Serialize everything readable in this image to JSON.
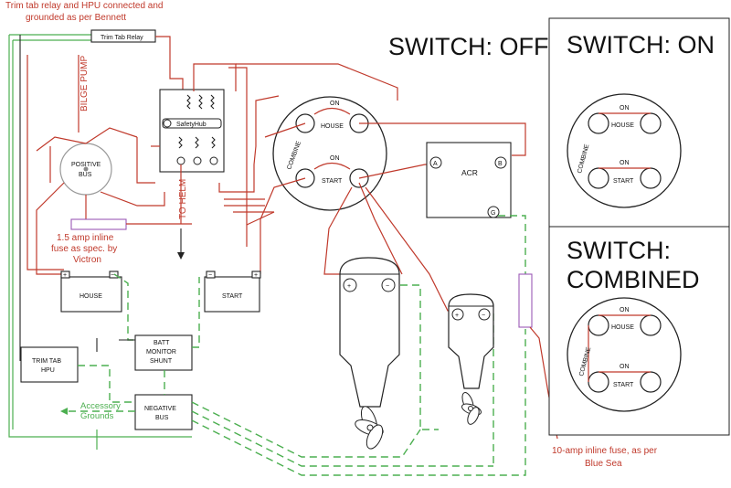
{
  "notes": {
    "relay_note_line1": "Trim tab relay and HPU connected and",
    "relay_note_line2": "grounded as per Bennett",
    "fuse_small_line1": "1.5 amp inline",
    "fuse_small_line2": "fuse as spec. by",
    "fuse_small_line3": "Victron",
    "fuse_large_line1": "10-amp inline fuse, as per",
    "fuse_large_line2": "Blue Sea",
    "accessory_line1": "Accessory",
    "accessory_line2": "Grounds",
    "bilge_pump": "BILGE PUMP",
    "to_helm": "TO HELM"
  },
  "components": {
    "trim_tab_relay": "Trim Tab Relay",
    "safety_hub": "SafetyHub",
    "positive_bus_line1": "POSITIVE",
    "positive_bus_line2": "BUS",
    "house": "HOUSE",
    "start": "START",
    "batt_monitor_line1": "BATT",
    "batt_monitor_line2": "MONITOR",
    "batt_monitor_line3": "SHUNT",
    "trim_tab_hpu_line1": "TRIM TAB",
    "trim_tab_hpu_line2": "HPU",
    "negative_bus_line1": "NEGATIVE",
    "negative_bus_line2": "BUS",
    "acr": "ACR",
    "acr_a": "A",
    "acr_b": "B",
    "acr_g": "G",
    "plus": "+",
    "minus": "−"
  },
  "switch_main": {
    "title": "SWITCH: OFF",
    "on_top": "ON",
    "house": "HOUSE",
    "on_bottom": "ON",
    "start": "START",
    "combine": "COMBINE"
  },
  "switch_on": {
    "title": "SWITCH: ON",
    "on_top": "ON",
    "house": "HOUSE",
    "on_bottom": "ON",
    "start": "START",
    "combine": "COMBINE"
  },
  "switch_combined": {
    "title_line1": "SWITCH:",
    "title_line2": "COMBINED",
    "on_top": "ON",
    "house": "HOUSE",
    "on_bottom": "ON",
    "start": "START",
    "combine": "COMBINE"
  },
  "colors": {
    "positive_wire": "#c0392b",
    "ground_wire": "#4caf50",
    "fuse_outline": "#9b59b6"
  }
}
